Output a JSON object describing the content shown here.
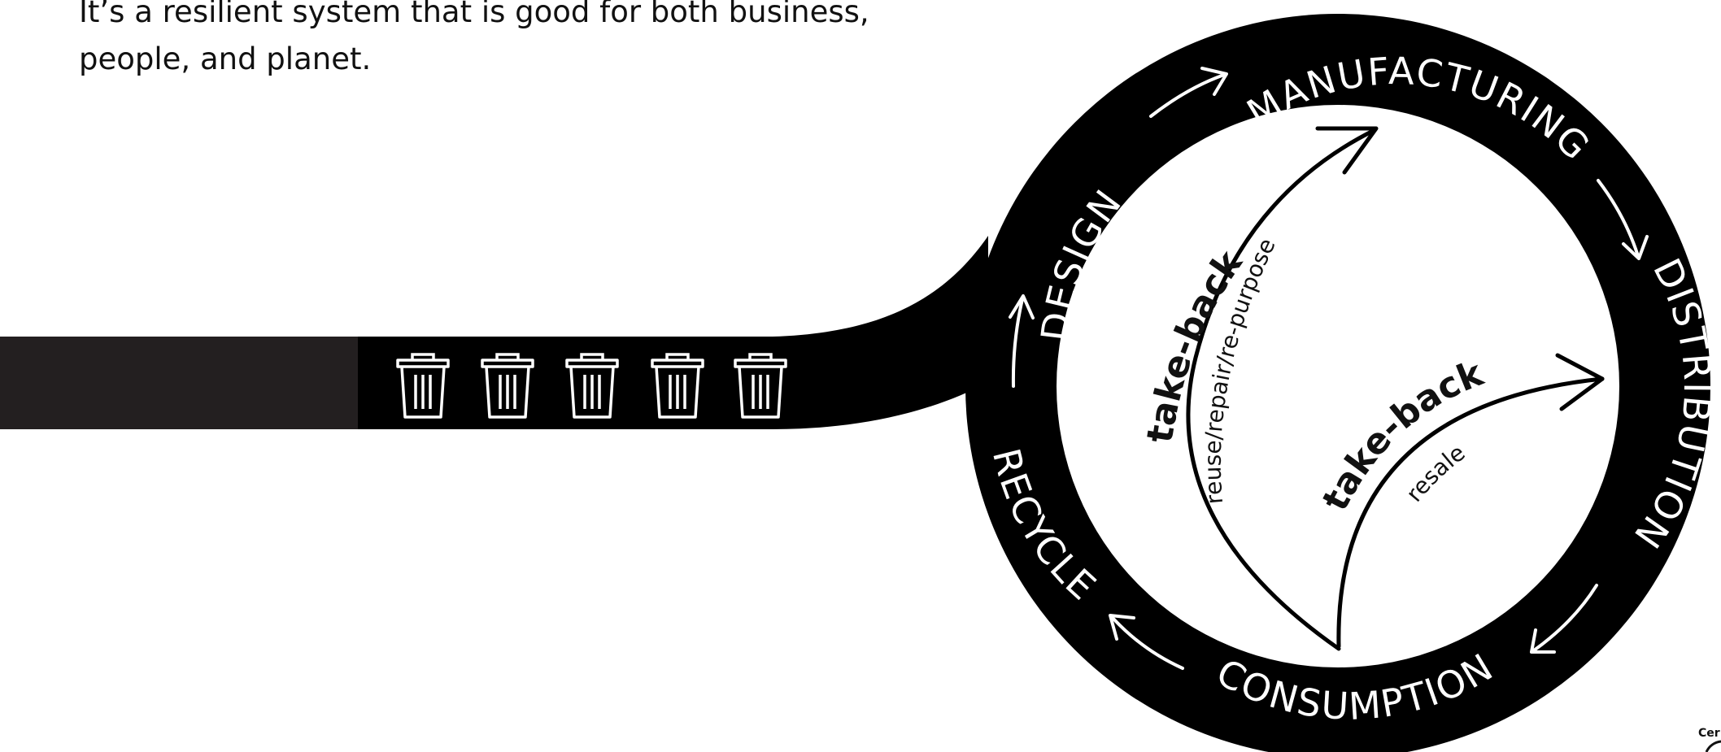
{
  "intro": {
    "line1": "It’s a resilient system that is good for both business,",
    "line2": "people, and planet."
  },
  "ring_labels": {
    "design": "DESIGN",
    "manufacturing": "MANUFACTURING",
    "distribution": "DISTRIBUTION",
    "consumption": "CONSUMPTION",
    "recycle": "RECYCLE"
  },
  "take_back_1": {
    "title": "take-back",
    "subtitle": "reuse/repair/re-purpose"
  },
  "take_back_2": {
    "title": "take-back",
    "subtitle": "resale"
  },
  "trash_icons": [
    "trash-can-icon",
    "trash-can-icon",
    "trash-can-icon",
    "trash-can-icon",
    "trash-can-icon"
  ],
  "badge": {
    "text": "Cer"
  },
  "colors": {
    "ring": "#000000",
    "dark_block": "#231f20",
    "text": "#111111",
    "ring_text": "#ffffff"
  }
}
